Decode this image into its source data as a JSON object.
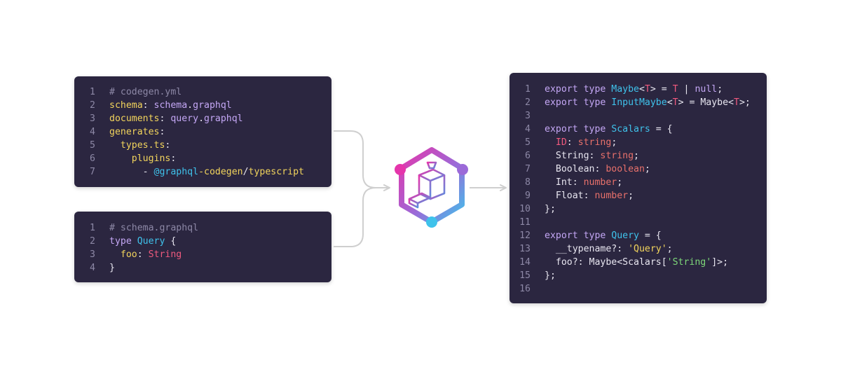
{
  "colors": {
    "panel_bg": "#2b2640",
    "line_number": "#8d88a6",
    "default": "#e8e6f0",
    "yaml_key": "#f2d45c",
    "yaml_value": "#c4a7f5",
    "keyword": "#c4a7f5",
    "type_name": "#3fc2eb",
    "builtin": "#e9716b",
    "generic": "#f05a7e",
    "string": "#7ed979",
    "scope": "#3fc2eb",
    "connector": "#cfcfcf"
  },
  "logo": {
    "name": "graphql-codegen-logo"
  },
  "panels": {
    "codegen": {
      "lines": [
        {
          "n": "1",
          "tokens": [
            {
              "t": "# codegen.yml",
              "c": "line_number"
            }
          ]
        },
        {
          "n": "2",
          "tokens": [
            {
              "t": "schema",
              "c": "yaml_key"
            },
            {
              "t": ": ",
              "c": "default"
            },
            {
              "t": "schema",
              "c": "yaml_value"
            },
            {
              "t": ".",
              "c": "default"
            },
            {
              "t": "graphql",
              "c": "yaml_value"
            }
          ]
        },
        {
          "n": "3",
          "tokens": [
            {
              "t": "documents",
              "c": "yaml_key"
            },
            {
              "t": ": ",
              "c": "default"
            },
            {
              "t": "query",
              "c": "yaml_value"
            },
            {
              "t": ".",
              "c": "default"
            },
            {
              "t": "graphql",
              "c": "yaml_value"
            }
          ]
        },
        {
          "n": "4",
          "tokens": [
            {
              "t": "generates",
              "c": "yaml_key"
            },
            {
              "t": ":",
              "c": "default"
            }
          ]
        },
        {
          "n": "5",
          "tokens": [
            {
              "t": "  types.ts",
              "c": "yaml_key"
            },
            {
              "t": ":",
              "c": "default"
            }
          ]
        },
        {
          "n": "6",
          "tokens": [
            {
              "t": "    plugins",
              "c": "yaml_key"
            },
            {
              "t": ":",
              "c": "default"
            }
          ]
        },
        {
          "n": "7",
          "tokens": [
            {
              "t": "      - ",
              "c": "default"
            },
            {
              "t": "@graphql",
              "c": "scope"
            },
            {
              "t": "-codegen",
              "c": "yaml_key"
            },
            {
              "t": "/",
              "c": "default"
            },
            {
              "t": "typescript",
              "c": "yaml_key"
            }
          ]
        }
      ]
    },
    "schema": {
      "lines": [
        {
          "n": "1",
          "tokens": [
            {
              "t": "# schema.graphql",
              "c": "line_number"
            }
          ]
        },
        {
          "n": "2",
          "tokens": [
            {
              "t": "type ",
              "c": "keyword"
            },
            {
              "t": "Query",
              "c": "type_name"
            },
            {
              "t": " {",
              "c": "default"
            }
          ]
        },
        {
          "n": "3",
          "tokens": [
            {
              "t": "  foo",
              "c": "yaml_key"
            },
            {
              "t": ": ",
              "c": "default"
            },
            {
              "t": "String",
              "c": "generic"
            }
          ]
        },
        {
          "n": "4",
          "tokens": [
            {
              "t": "}",
              "c": "default"
            }
          ]
        }
      ]
    },
    "output": {
      "lines": [
        {
          "n": "1",
          "tokens": [
            {
              "t": "export type ",
              "c": "keyword"
            },
            {
              "t": "Maybe",
              "c": "type_name"
            },
            {
              "t": "<",
              "c": "default"
            },
            {
              "t": "T",
              "c": "generic"
            },
            {
              "t": "> = ",
              "c": "default"
            },
            {
              "t": "T",
              "c": "generic"
            },
            {
              "t": " | ",
              "c": "default"
            },
            {
              "t": "null",
              "c": "keyword"
            },
            {
              "t": ";",
              "c": "default"
            }
          ]
        },
        {
          "n": "2",
          "tokens": [
            {
              "t": "export type ",
              "c": "keyword"
            },
            {
              "t": "InputMaybe",
              "c": "type_name"
            },
            {
              "t": "<",
              "c": "default"
            },
            {
              "t": "T",
              "c": "generic"
            },
            {
              "t": "> = Maybe<",
              "c": "default"
            },
            {
              "t": "T",
              "c": "generic"
            },
            {
              "t": ">;",
              "c": "default"
            }
          ]
        },
        {
          "n": "3",
          "tokens": []
        },
        {
          "n": "4",
          "tokens": [
            {
              "t": "export type ",
              "c": "keyword"
            },
            {
              "t": "Scalars",
              "c": "type_name"
            },
            {
              "t": " = {",
              "c": "default"
            }
          ]
        },
        {
          "n": "5",
          "tokens": [
            {
              "t": "  ",
              "c": "default"
            },
            {
              "t": "ID",
              "c": "generic"
            },
            {
              "t": ": ",
              "c": "default"
            },
            {
              "t": "string",
              "c": "builtin"
            },
            {
              "t": ";",
              "c": "default"
            }
          ]
        },
        {
          "n": "6",
          "tokens": [
            {
              "t": "  String: ",
              "c": "default"
            },
            {
              "t": "string",
              "c": "builtin"
            },
            {
              "t": ";",
              "c": "default"
            }
          ]
        },
        {
          "n": "7",
          "tokens": [
            {
              "t": "  Boolean: ",
              "c": "default"
            },
            {
              "t": "boolean",
              "c": "builtin"
            },
            {
              "t": ";",
              "c": "default"
            }
          ]
        },
        {
          "n": "8",
          "tokens": [
            {
              "t": "  Int: ",
              "c": "default"
            },
            {
              "t": "number",
              "c": "builtin"
            },
            {
              "t": ";",
              "c": "default"
            }
          ]
        },
        {
          "n": "9",
          "tokens": [
            {
              "t": "  Float: ",
              "c": "default"
            },
            {
              "t": "number",
              "c": "builtin"
            },
            {
              "t": ";",
              "c": "default"
            }
          ]
        },
        {
          "n": "10",
          "tokens": [
            {
              "t": "};",
              "c": "default"
            }
          ]
        },
        {
          "n": "11",
          "tokens": []
        },
        {
          "n": "12",
          "tokens": [
            {
              "t": "export type ",
              "c": "keyword"
            },
            {
              "t": "Query",
              "c": "type_name"
            },
            {
              "t": " = {",
              "c": "default"
            }
          ]
        },
        {
          "n": "13",
          "tokens": [
            {
              "t": "  __typename?: ",
              "c": "default"
            },
            {
              "t": "'Query'",
              "c": "yaml_key"
            },
            {
              "t": ";",
              "c": "default"
            }
          ]
        },
        {
          "n": "14",
          "tokens": [
            {
              "t": "  foo?: Maybe<Scalars[",
              "c": "default"
            },
            {
              "t": "'String'",
              "c": "string"
            },
            {
              "t": "]>;",
              "c": "default"
            }
          ]
        },
        {
          "n": "15",
          "tokens": [
            {
              "t": "};",
              "c": "default"
            }
          ]
        },
        {
          "n": "16",
          "tokens": []
        }
      ]
    }
  }
}
